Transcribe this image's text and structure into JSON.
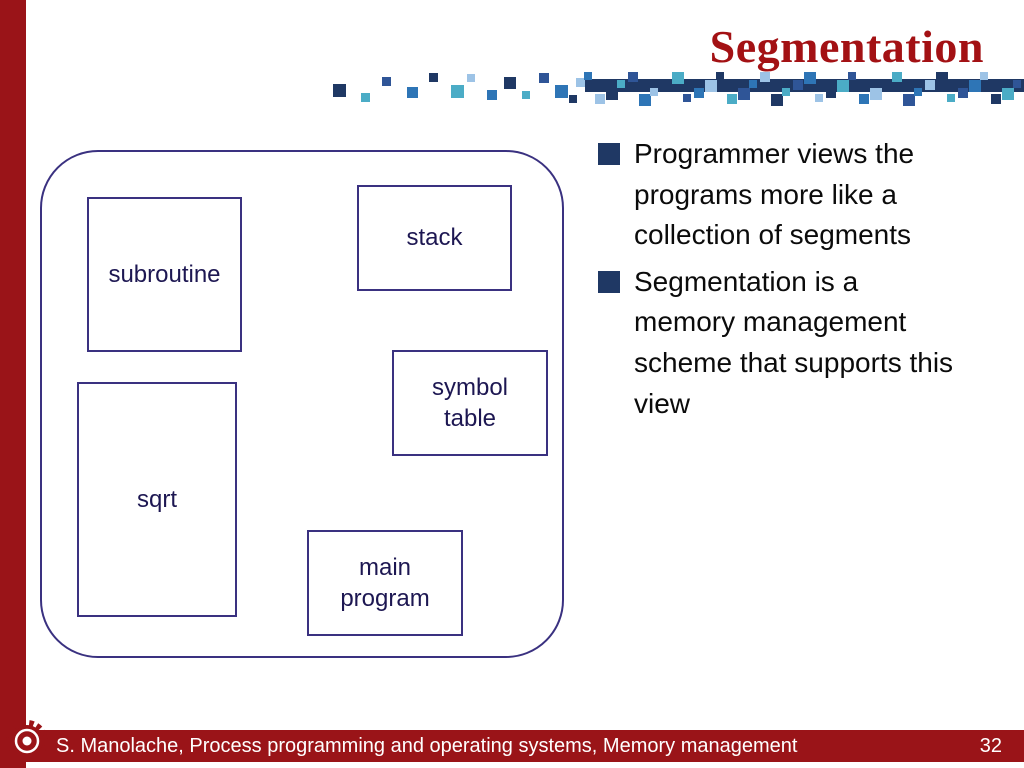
{
  "slide": {
    "title": "Segmentation",
    "bullets": [
      "Programmer views the programs more like a collection of segments",
      "Segmentation is a memory management scheme that supports this view"
    ],
    "diagram": {
      "boxes": [
        {
          "label": "subroutine"
        },
        {
          "label": "stack"
        },
        {
          "label": "symbol table"
        },
        {
          "label": "sqrt"
        },
        {
          "label": "main program"
        }
      ]
    },
    "footer": {
      "text": "S. Manolache, Process programming and operating systems, Memory management",
      "page_number": "32"
    },
    "colors": {
      "accent_maroon": "#9A1418",
      "title_red": "#A31114",
      "bullet_navy": "#1F3864",
      "diagram_purple": "#3A3180",
      "pixel_blues": [
        "#1F3864",
        "#2E75B6",
        "#4BACC6",
        "#9DC3E6",
        "#2F5597"
      ]
    }
  }
}
